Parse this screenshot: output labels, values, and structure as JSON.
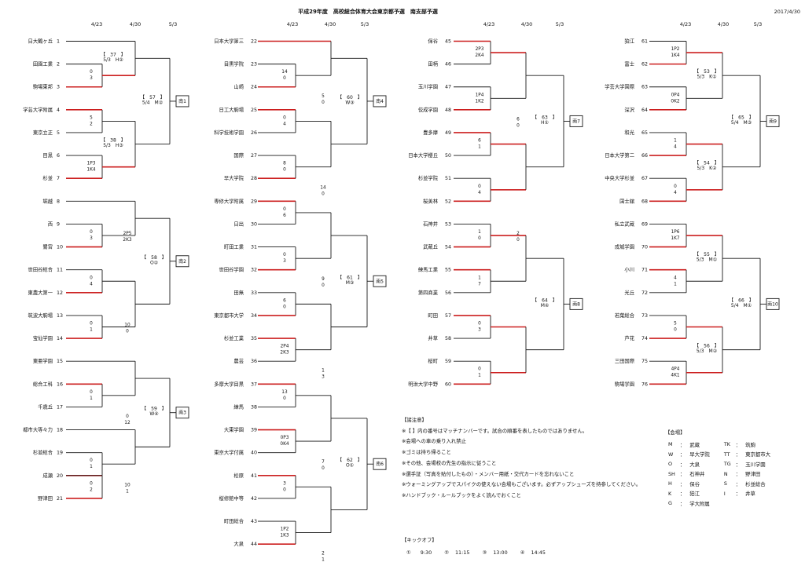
{
  "header": {
    "title": "平成29年度　高校総合体育大会東京都予選　南支部予選",
    "date": "2017/4/30",
    "round_dates": [
      "4/23",
      "4/30",
      "5/3"
    ]
  },
  "teams": [
    {
      "n": "1",
      "name": "日大鶴ヶ丘"
    },
    {
      "n": "2",
      "name": "田園工業"
    },
    {
      "n": "3",
      "name": "駒場東邦"
    },
    {
      "n": "4",
      "name": "学芸大学附属"
    },
    {
      "n": "5",
      "name": "東京立正"
    },
    {
      "n": "6",
      "name": "目黒"
    },
    {
      "n": "7",
      "name": "杉並"
    },
    {
      "n": "8",
      "name": "堀越"
    },
    {
      "n": "9",
      "name": "西"
    },
    {
      "n": "10",
      "name": "鷺宮"
    },
    {
      "n": "11",
      "name": "世田谷総合"
    },
    {
      "n": "12",
      "name": "東農大第一"
    },
    {
      "n": "13",
      "name": "筑波大駒場"
    },
    {
      "n": "14",
      "name": "宝仙学園"
    },
    {
      "n": "15",
      "name": "東亜学園"
    },
    {
      "n": "16",
      "name": "総合工科"
    },
    {
      "n": "17",
      "name": "千歳丘"
    },
    {
      "n": "18",
      "name": "都市大等々力"
    },
    {
      "n": "19",
      "name": "杉並総合"
    },
    {
      "n": "20",
      "name": "成瀬"
    },
    {
      "n": "21",
      "name": "野津田"
    },
    {
      "n": "22",
      "name": "日本大学第三"
    },
    {
      "n": "23",
      "name": "目黒学院"
    },
    {
      "n": "24",
      "name": "山崎"
    },
    {
      "n": "25",
      "name": "日工大駒場"
    },
    {
      "n": "26",
      "name": "科学技術学園"
    },
    {
      "n": "27",
      "name": "国際"
    },
    {
      "n": "28",
      "name": "早大学院"
    },
    {
      "n": "29",
      "name": "専修大学附属"
    },
    {
      "n": "30",
      "name": "日出"
    },
    {
      "n": "31",
      "name": "町田工業"
    },
    {
      "n": "32",
      "name": "世田谷学園"
    },
    {
      "n": "33",
      "name": "田無"
    },
    {
      "n": "34",
      "name": "東京都市大学"
    },
    {
      "n": "35",
      "name": "杉並工業"
    },
    {
      "n": "36",
      "name": "農芸"
    },
    {
      "n": "37",
      "name": "多摩大学目黒"
    },
    {
      "n": "38",
      "name": "練馬"
    },
    {
      "n": "39",
      "name": "大東学園"
    },
    {
      "n": "40",
      "name": "東京大学付属"
    },
    {
      "n": "41",
      "name": "松原"
    },
    {
      "n": "42",
      "name": "桜修館中等"
    },
    {
      "n": "43",
      "name": "町田総合"
    },
    {
      "n": "44",
      "name": "大泉"
    },
    {
      "n": "45",
      "name": "保谷"
    },
    {
      "n": "46",
      "name": "田柄"
    },
    {
      "n": "47",
      "name": "玉川学園"
    },
    {
      "n": "48",
      "name": "佼成学園"
    },
    {
      "n": "49",
      "name": "豊多摩"
    },
    {
      "n": "50",
      "name": "日本大学櫻丘"
    },
    {
      "n": "51",
      "name": "杉並学院"
    },
    {
      "n": "52",
      "name": "桜美林"
    },
    {
      "n": "53",
      "name": "石神井"
    },
    {
      "n": "54",
      "name": "武蔵丘"
    },
    {
      "n": "55",
      "name": "練馬工業"
    },
    {
      "n": "56",
      "name": "第四商業"
    },
    {
      "n": "57",
      "name": "町田"
    },
    {
      "n": "58",
      "name": "井草"
    },
    {
      "n": "59",
      "name": "桜町"
    },
    {
      "n": "60",
      "name": "明治大学中野"
    },
    {
      "n": "61",
      "name": "狛江"
    },
    {
      "n": "62",
      "name": "富士"
    },
    {
      "n": "63",
      "name": "学芸大学国際"
    },
    {
      "n": "64",
      "name": "深沢"
    },
    {
      "n": "65",
      "name": "和光"
    },
    {
      "n": "66",
      "name": "日本大学第二"
    },
    {
      "n": "67",
      "name": "中央大学杉並"
    },
    {
      "n": "68",
      "name": "国士舘"
    },
    {
      "n": "69",
      "name": "私立武蔵"
    },
    {
      "n": "70",
      "name": "成城学園"
    },
    {
      "n": "71",
      "name": "小川"
    },
    {
      "n": "72",
      "name": "光丘"
    },
    {
      "n": "73",
      "name": "若葉総合"
    },
    {
      "n": "74",
      "name": "芦花"
    },
    {
      "n": "75",
      "name": "三田国際"
    },
    {
      "n": "76",
      "name": "駒場学園"
    }
  ],
  "scores": [
    "0",
    "3",
    "5",
    "2",
    "1P3",
    "1K4",
    "0",
    "3",
    "0",
    "4",
    "0",
    "1",
    "0",
    "1",
    "0",
    "1",
    "0",
    "2",
    "14",
    "0",
    "0",
    "4",
    "8",
    "0",
    "0",
    "6",
    "0",
    "3",
    "6",
    "0",
    "2P4",
    "2K3",
    "13",
    "0",
    "0P3",
    "0K4",
    "3",
    "0",
    "1P2",
    "1K3",
    "2P3",
    "2K4",
    "1P4",
    "1K2",
    "6",
    "1",
    "0",
    "4",
    "1",
    "0",
    "1",
    "7",
    "0",
    "3",
    "0",
    "1",
    "1P2",
    "1K4",
    "0P4",
    "0K2",
    "1",
    "4",
    "0",
    "4",
    "1P6",
    "1K7",
    "4",
    "1",
    "5",
    "0",
    "4P4",
    "4K1",
    "2P5",
    "2K3",
    "10",
    "0",
    "0",
    "12",
    "10",
    "1",
    "5",
    "0",
    "14",
    "0",
    "9",
    "0",
    "1",
    "3",
    "7",
    "0",
    "2",
    "1",
    "6",
    "0",
    "2",
    "0"
  ],
  "matches": [
    {
      "label": "【　37　】",
      "detail": "5/3　H②"
    },
    {
      "label": "【　38　】",
      "detail": "5/3　H③"
    },
    {
      "label": "【　57　】",
      "detail": "5/4　M②"
    },
    {
      "label": "【　58　】",
      "detail": "O②"
    },
    {
      "label": "【　59　】",
      "detail": "W④"
    },
    {
      "label": "【　60　】",
      "detail": "W③"
    },
    {
      "label": "【　61　】",
      "detail": "M③"
    },
    {
      "label": "【　62　】",
      "detail": "O①"
    },
    {
      "label": "【　63　】",
      "detail": "H①"
    },
    {
      "label": "【　64　】",
      "detail": "M④"
    },
    {
      "label": "【　53　】",
      "detail": "5/3　K①"
    },
    {
      "label": "【　54　】",
      "detail": "5/3　K②"
    },
    {
      "label": "【　55　】",
      "detail": "5/3　M①"
    },
    {
      "label": "【　56　】",
      "detail": "5/3　M②"
    },
    {
      "label": "【　65　】",
      "detail": "5/4　M③"
    },
    {
      "label": "【　66　】",
      "detail": "5/4　M①"
    }
  ],
  "boxes": [
    "南1",
    "南2",
    "南3",
    "南4",
    "南5",
    "南6",
    "南7",
    "南8",
    "南9",
    "南10"
  ],
  "notes": {
    "title": "【諸注意】",
    "items": [
      "※【 】内の番号はマッチナンバーです。試合の順番を表したものではありません。",
      "※会場への車の乗り入れ禁止",
      "※ゴミは持ち帰ること",
      "※その他、会場校の先生の指示に従うこと",
      "※選手証（写真を貼付したもの）・メンバー用紙・交代カードを忘れないこと",
      "※ウォーミングアップでスパイクの使えない会場もございます。必ずアップシューズを持参してください。",
      "※ハンドブック・ルールブックをよく読んでおくこと"
    ]
  },
  "kickoff": {
    "title": "【キックオフ】",
    "items": [
      {
        "mark": "①",
        "time": "9:30"
      },
      {
        "mark": "②",
        "time": "11:15"
      },
      {
        "mark": "③",
        "time": "13:00"
      },
      {
        "mark": "④",
        "time": "14:45"
      }
    ]
  },
  "venues": {
    "title": "【会場】",
    "rows": [
      [
        {
          "code": "M",
          "name": "武蔵"
        },
        {
          "code": "TK",
          "name": "筑駒"
        }
      ],
      [
        {
          "code": "W",
          "name": "早大学院"
        },
        {
          "code": "TT",
          "name": "東京都市大"
        }
      ],
      [
        {
          "code": "O",
          "name": "大泉"
        },
        {
          "code": "TG",
          "name": "玉川学園"
        }
      ],
      [
        {
          "code": "SH",
          "name": "石神井"
        },
        {
          "code": "N",
          "name": "野津田"
        }
      ],
      [
        {
          "code": "H",
          "name": "保谷"
        },
        {
          "code": "S",
          "name": "杉並総合"
        }
      ],
      [
        {
          "code": "K",
          "name": "狛江"
        },
        {
          "code": "I",
          "name": "井草"
        }
      ],
      [
        {
          "code": "G",
          "name": "学大附属"
        }
      ]
    ]
  },
  "colors": {
    "line": "#1a1a1a",
    "winner": "#cc1f1f"
  }
}
